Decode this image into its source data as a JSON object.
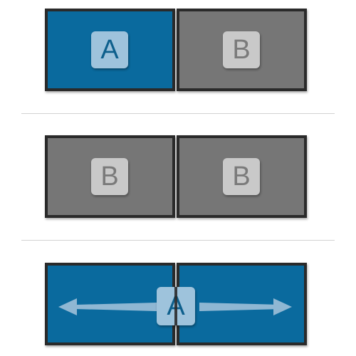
{
  "rows": [
    {
      "left": {
        "label": "A",
        "state": "active"
      },
      "right": {
        "label": "B",
        "state": "inactive"
      }
    },
    {
      "left": {
        "label": "B",
        "state": "inactive"
      },
      "right": {
        "label": "B",
        "state": "inactive"
      }
    },
    {
      "spanned": {
        "label": "A",
        "state": "active"
      }
    }
  ],
  "colors": {
    "active_screen": "#0a6a9e",
    "inactive_screen": "#767676",
    "bezel": "#2a2a2a",
    "active_badge": "#9ec3dc",
    "inactive_badge": "#c9c9c9",
    "divider": "#d2d2d2"
  },
  "icons": {
    "span_arrows": "double-headed-arrow-icon"
  }
}
